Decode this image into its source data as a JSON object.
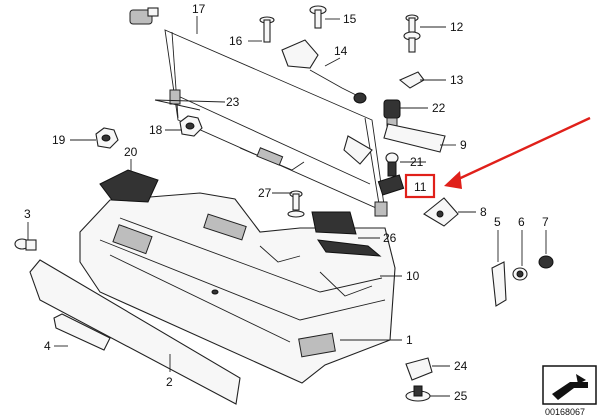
{
  "diagram": {
    "callouts": [
      {
        "id": "17",
        "label": "17"
      },
      {
        "id": "16",
        "label": "16"
      },
      {
        "id": "15",
        "label": "15"
      },
      {
        "id": "12",
        "label": "12"
      },
      {
        "id": "14",
        "label": "14"
      },
      {
        "id": "13",
        "label": "13"
      },
      {
        "id": "23",
        "label": "23"
      },
      {
        "id": "22",
        "label": "22"
      },
      {
        "id": "19",
        "label": "19"
      },
      {
        "id": "18",
        "label": "18"
      },
      {
        "id": "9",
        "label": "9"
      },
      {
        "id": "20",
        "label": "20"
      },
      {
        "id": "21",
        "label": "21"
      },
      {
        "id": "11",
        "label": "11"
      },
      {
        "id": "27",
        "label": "27"
      },
      {
        "id": "8",
        "label": "8"
      },
      {
        "id": "3",
        "label": "3"
      },
      {
        "id": "26",
        "label": "26"
      },
      {
        "id": "5",
        "label": "5"
      },
      {
        "id": "6",
        "label": "6"
      },
      {
        "id": "7",
        "label": "7"
      },
      {
        "id": "10",
        "label": "10"
      },
      {
        "id": "4",
        "label": "4"
      },
      {
        "id": "1",
        "label": "1"
      },
      {
        "id": "2",
        "label": "2"
      },
      {
        "id": "24",
        "label": "24"
      },
      {
        "id": "25",
        "label": "25"
      }
    ],
    "highlighted_callout": "11",
    "highlight_color": "#e0201a",
    "reference_number": "00168067"
  }
}
